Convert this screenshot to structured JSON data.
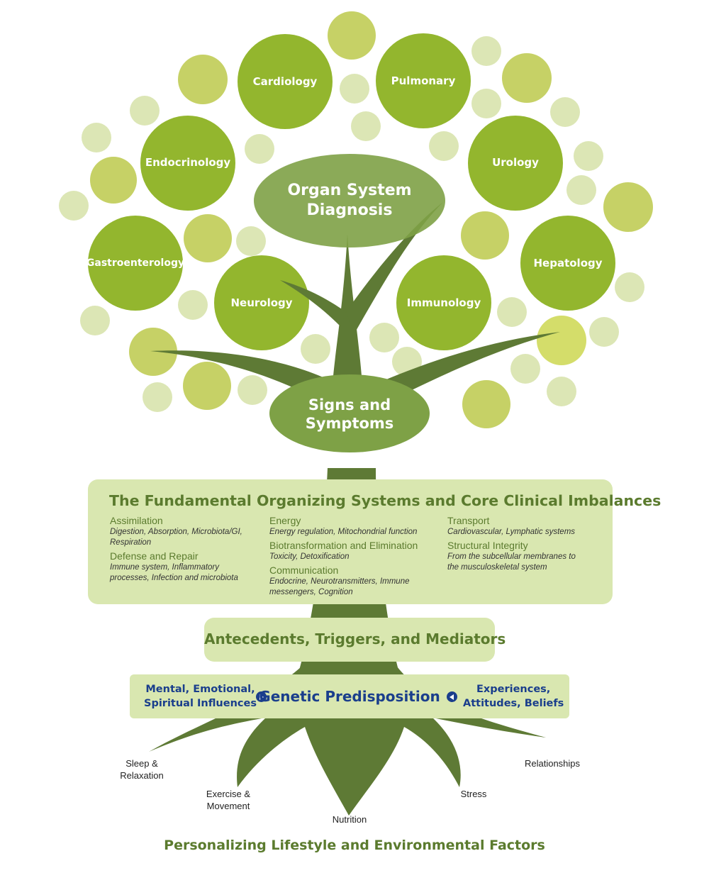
{
  "organ_systems": [
    "Cardiology",
    "Pulmonary",
    "Endocrinology",
    "Urology",
    "Gastroenterology",
    "Hepatology",
    "Neurology",
    "Immunology"
  ],
  "center": {
    "organ_system_diagnosis": [
      "Organ System",
      "Diagnosis"
    ],
    "signs_and_symptoms": [
      "Signs and",
      "Symptoms"
    ]
  },
  "fundamental": {
    "title": "The Fundamental Organizing Systems and Core Clinical Imbalances",
    "columns": [
      [
        {
          "head": "Assimilation",
          "desc": [
            "Digestion, Absorption, Microbiota/GI,",
            "Respiration"
          ]
        },
        {
          "head": "Defense and Repair",
          "desc": [
            "Immune system, Inflammatory",
            "processes, Infection and microbiota"
          ]
        }
      ],
      [
        {
          "head": "Energy",
          "desc": [
            "Energy regulation, Mitochondrial function"
          ]
        },
        {
          "head": "Biotransformation and Elimination",
          "desc": [
            "Toxicity, Detoxification"
          ]
        },
        {
          "head": "Communication",
          "desc": [
            "Endocrine, Neurotransmitters, Immune",
            "messengers, Cognition"
          ]
        }
      ],
      [
        {
          "head": "Transport",
          "desc": [
            "Cardiovascular, Lymphatic systems"
          ]
        },
        {
          "head": "Structural Integrity",
          "desc": [
            "From the subcellular membranes to",
            "the musculoskeletal system"
          ]
        }
      ]
    ]
  },
  "antecedents": "Antecedents, Triggers, and Mediators",
  "genetic": {
    "left": [
      "Mental, Emotional,",
      "Spiritual Influences"
    ],
    "center": "Genetic Predisposition",
    "right": [
      "Experiences,",
      "Attitudes, Beliefs"
    ]
  },
  "roots": {
    "sleep": [
      "Sleep &",
      "Relaxation"
    ],
    "exercise": [
      "Exercise &",
      "Movement"
    ],
    "nutrition": [
      "Nutrition"
    ],
    "stress": [
      "Stress"
    ],
    "relationships": [
      "Relationships"
    ]
  },
  "footer": "Personalizing Lifestyle and Environmental Factors",
  "colors": {
    "trunk": "#5e7a35",
    "circle_bright": "#93b62e",
    "circle_light": "#c6d166",
    "circle_pale": "#dce6b5",
    "center_ellipse": "#7ea146",
    "panel": "#d9e7b0",
    "heading_green": "#5b7b2e",
    "genetic_blue": "#1a3e8c"
  }
}
